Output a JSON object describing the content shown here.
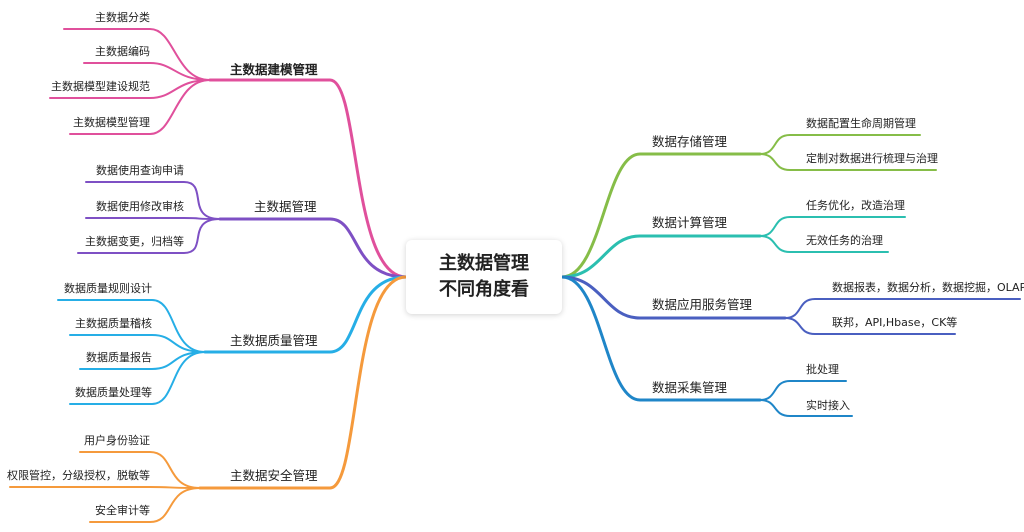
{
  "center": {
    "line1": "主数据管理",
    "line2": "不同角度看"
  },
  "left": [
    {
      "label": "主数据建模管理",
      "color": "#e0509c",
      "children": [
        "主数据分类",
        "主数据编码",
        "主数据模型建设规范",
        "主数据模型管理"
      ]
    },
    {
      "label": "主数据管理",
      "color": "#7e50c4",
      "children": [
        "数据使用查询申请",
        "数据使用修改审核",
        "主数据变更，归档等"
      ]
    },
    {
      "label": "主数据质量管理",
      "color": "#26aee6",
      "children": [
        "数据质量规则设计",
        "主数据质量稽核",
        "数据质量报告",
        "数据质量处理等"
      ]
    },
    {
      "label": "主数据安全管理",
      "color": "#f59a3c",
      "children": [
        "用户身份验证",
        "权限管控，分级授权，脱敏等",
        "安全审计等"
      ]
    }
  ],
  "right": [
    {
      "label": "数据存储管理",
      "color": "#86bd48",
      "children": [
        "数据配置生命周期管理",
        "定制对数据进行梳理与治理"
      ]
    },
    {
      "label": "数据计算管理",
      "color": "#2bbfb0",
      "children": [
        "任务优化，改造治理",
        "无效任务的治理"
      ]
    },
    {
      "label": "数据应用服务管理",
      "color": "#4a5fc0",
      "children": [
        "数据报表，数据分析，数据挖掘，OLAP",
        "联邦，API,Hbase，CK等"
      ]
    },
    {
      "label": "数据采集管理",
      "color": "#1f86c8",
      "children": [
        "批处理",
        "实时接入"
      ]
    }
  ]
}
